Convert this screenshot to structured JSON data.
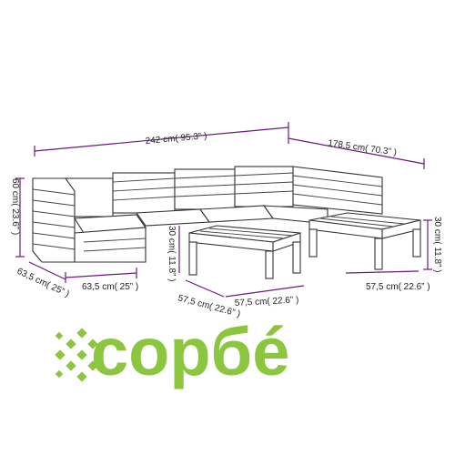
{
  "dimensions": {
    "total_width": "242 cm( 95.3” )",
    "side_width": "178,5 cm( 70.3” )",
    "height_left": "60 cm( 23.6” )",
    "depth_left": "63,5 cm( 25” )",
    "seat_depth": "63,5 cm( 25” )",
    "table_height": "30 cm( 11.8” )",
    "ottoman_height": "30 cm( 11.8” )",
    "table_width_a": "57,5 cm( 22.6” )",
    "table_width_b": "57,5 cm( 22.6” )",
    "ottoman_width": "57,5 cm( 22.6” )"
  },
  "logo": {
    "text": "сорбé",
    "color": "#8cc63f"
  },
  "colors": {
    "dimension_line": "#6a1b7a",
    "outline": "#333333"
  }
}
